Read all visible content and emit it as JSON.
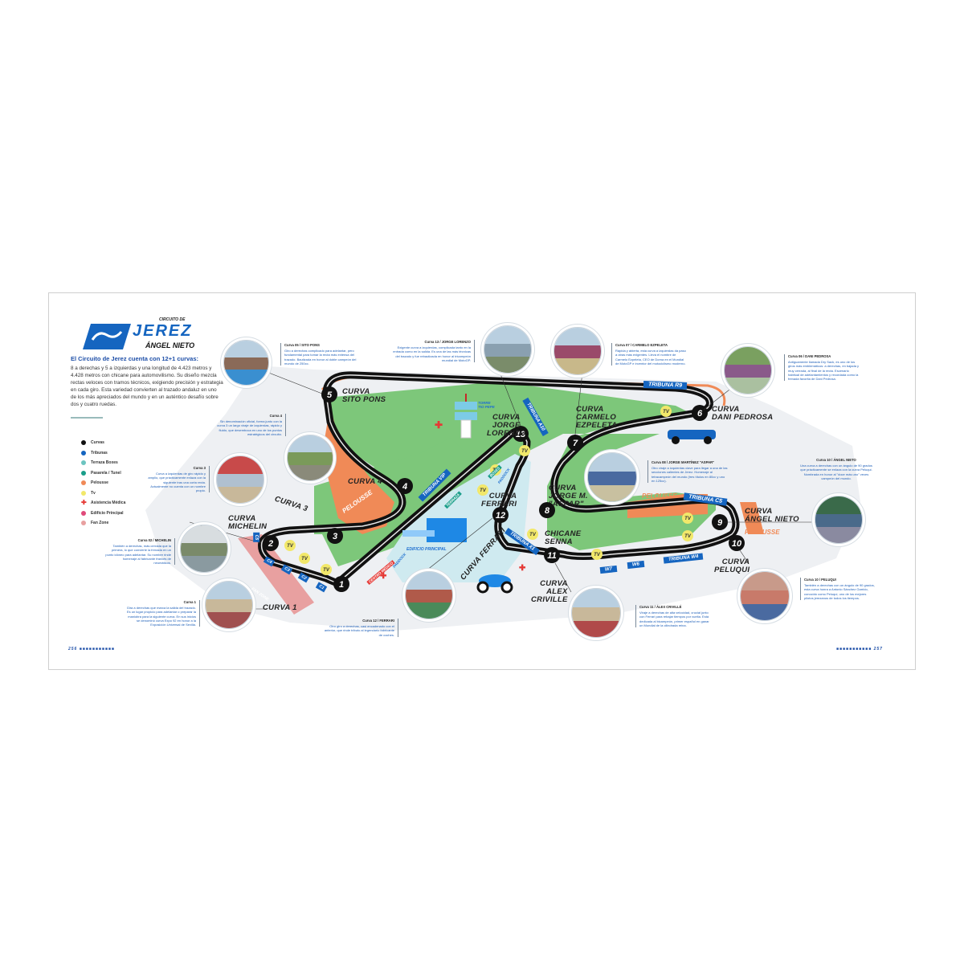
{
  "header": {
    "logo_top": "CIRCUITO DE",
    "logo_main": "JEREZ",
    "logo_sub": "ÁNGEL NIETO"
  },
  "intro": {
    "title": "El Circuito de Jerez cuenta con 12+1 curvas:",
    "body": "8 a derechas y 5 a izquierdas y una longitud de 4.423 metros y 4.428 metros con chicane para automovilismo. Su diseño mezcla rectas veloces con tramos técnicos, exigiendo precisión y estrategia en cada giro. Esta variedad convierten al trazado andaluz en uno de los más apreciados del mundo y en un auténtico desafío sobre dos y cuatro ruedas."
  },
  "legend": [
    {
      "label": "Curvas",
      "color": "#111111",
      "type": "dot"
    },
    {
      "label": "Tribunas",
      "color": "#1565c0",
      "type": "dot"
    },
    {
      "label": "Terraza Boxes",
      "color": "#6cc4c0",
      "type": "dot"
    },
    {
      "label": "Pasarela / Tunel",
      "color": "#1a9e8a",
      "type": "dot"
    },
    {
      "label": "Pelousse",
      "color": "#f08a57",
      "type": "dot"
    },
    {
      "label": "Tv",
      "color": "#f2e86a",
      "type": "dot"
    },
    {
      "label": "Asistencia Médica",
      "color": "#e53935",
      "type": "cross"
    },
    {
      "label": "Edificio Principal",
      "color": "#e04a7a",
      "type": "dot"
    },
    {
      "label": "Fan Zone",
      "color": "#e8a0a0",
      "type": "dot"
    }
  ],
  "callouts": {
    "c1": {
      "title": "Curva 1",
      "text": "Gira a derechas que marca la salida del trazado. Es un lugar propicio para adelantar o preparar la maniobra para la siguiente curva. En sus inicios se denominó curva Expo 92 en honor a la Exposición Universal de Sevilla."
    },
    "c2": {
      "title": "Curva 02 / MICHELIN",
      "text": "También a derechas, más cerrada que la primera, lo que convierte la frenada en un punto idóneo para adelantar. Su nombre rinde homenaje al fabricante francés de neumáticos."
    },
    "c3": {
      "title": "Curva 3",
      "text": "Curva a izquierdas de giro rápido y amplio, que prácticamente enlaza con la siguiente tras una corta recta. Actualmente no cuenta con un nombre propio."
    },
    "c4": {
      "title": "Curva 4",
      "text": "Sin denominación oficial, forma junto con la curva 3 un largo viraje de izquierdas, rápido y fluido, que desemboca en uno de los puntos estratégicos del circuito."
    },
    "c5": {
      "title": "Curva 05 / SITO PONS",
      "text": "Giro a derechas complicado para adelantar, pero fundamental para tomar la recta más extensa del trazado. Bautizada en honor al doble campeón del mundo de 250cc."
    },
    "c13": {
      "title": "Curva 13 / JORGE LORENZO",
      "text": "Exigente curva a izquierdas, complicada tanto en la entrada como en la salida. Es una de las más técnicas del trazado y fue rebautizada en honor al tricampeón mundial de MotoGP."
    },
    "c7": {
      "title": "Curva 07 / CARMELO EZPELETA",
      "text": "Rápida y abierta, esta curva a izquierdas da paso a otras más exigentes. Lleva el nombre de Carmelo Ezpeleta, CEO de Dorna en el Mundial de MotoGP e inventor del motociclismo moderno."
    },
    "c6": {
      "title": "Curva 06 / DANI PEDROSA",
      "text": "Antiguamente llamada Dry Sack, es uno de los giros más emblemáticos: a derechas, en bajada y muy cerrada, al final de la recta. Escenario habitual de adelantamientos y recordada como la frenada favorita de Dani Pedrosa."
    },
    "c8": {
      "title": "Curva 08 / JORGE MARTÍNEZ \"ASPAR\"",
      "text": "Otro viraje a izquierdas clave para llegar a una de las secciones calientes de Jerez. Homenaje al tetracampeón del mundo (tres títulos en 80cc y uno en 125cc)."
    },
    "c9": {
      "title": "Curva 10 / ÁNGEL NIETO",
      "text": "Una curva a derechas con un ángulo de 90 grados que prácticamente se enlaza con la curva Peluqui. Nombrada en honor al \"doce más uno\" veces campeón del mundo."
    },
    "c10": {
      "title": "Curva 10 / PELUQUI",
      "text": "También a derechas con un ángulo de 90 grados, esta curva honra a Antonio Sánchez Garrido, conocido como Peluqui, uno de los mejores pilotos jerezanos de todos los tiempos."
    },
    "c11": {
      "title": "Curva 11 / ÁLEX CRIVILLÉ",
      "text": "Viraje a derechas de alta velocidad, crucial junto con Ferrari para rebajar tiempos por vuelta. Está dedicada al bicampeón, primer español en ganar un Mundial de la cilindrada reina."
    },
    "c12": {
      "title": "Curva 12 / FERRARI",
      "text": "Otro giro a derechas, casi encadenado con el anterior, que rinde tributo al legendario fabricante de coches."
    }
  },
  "curves": [
    {
      "num": "1",
      "name": "CURVA 1"
    },
    {
      "num": "2",
      "name": "CURVA MICHELIN"
    },
    {
      "num": "3",
      "name": "CURVA 3"
    },
    {
      "num": "4",
      "name": "CURVA 4"
    },
    {
      "num": "5",
      "name": "CURVA SITO PONS"
    },
    {
      "num": "6",
      "name": "CURVA DANI PEDROSA"
    },
    {
      "num": "7",
      "name": "CURVA CARMELO EZPELETA"
    },
    {
      "num": "8",
      "name": "CURVA JORGE M. \"ASPAR\""
    },
    {
      "num": "9",
      "name": "CURVA ÁNGEL NIETO"
    },
    {
      "num": "10",
      "name": "CURVA PELUQUI"
    },
    {
      "num": "11",
      "name": "CURVA ALEX CRIVILLE"
    },
    {
      "num": "12",
      "name": "CURVA FERRARI"
    },
    {
      "num": "13",
      "name": "CURVA JORGE LORENZO"
    }
  ],
  "labels": {
    "curva_word": "CURVA",
    "sito_pons": "SITO PONS",
    "dani_pedrosa": "DANI PEDROSA",
    "carmelo": "CARMELO",
    "ezpeleta": "EZPELETA",
    "jorge": "JORGE",
    "lorenzo": "LORENZO",
    "jorge_m": "JORGE M.",
    "aspar": "\"ASPAR\"",
    "angel_nieto": "ÁNGEL NIETO",
    "peluqui": "PELUQUI",
    "alex": "ALEX",
    "criville": "CRIVILLE",
    "ferrari": "FERRARI",
    "michelin": "MICHELIN",
    "curva_1": "CURVA 1",
    "curva_3": "CURVA 3",
    "curva_4": "CURVA 4",
    "curva_ferrari": "CURVA FERRARI",
    "chicane": "CHICANE",
    "senna": "SENNA",
    "pelousse": "PELOUSSE",
    "fan_zone": "FAN ZONE",
    "torre": "TORRE",
    "tio_pepe": "TIO PEPE",
    "edificio": "EDIFICIO PRINCIPAL",
    "paddock": "PADDOCK",
    "boxes": "BOXES",
    "terraza": "TERRAZA",
    "pasarela": "PASARELA",
    "centro_medico": "CENTRO MÉDICO",
    "tv": "TV"
  },
  "tribunas": {
    "r9": "TRIBUNA R9",
    "a10": "TRIBUNA A10",
    "vip": "TRIBUNA VIP",
    "c5": "TRIBUNA C5",
    "x1": "TRIBUNA X1",
    "w4": "TRIBUNA W4",
    "w6": "W6",
    "w7": "W7",
    "c1": "C1",
    "c2": "C2",
    "c3": "C3",
    "c4": "C4",
    "c5s": "C5"
  },
  "footer": {
    "page_left": "256",
    "page_right": "257",
    "dashes": "■■■■■■■■■■■"
  },
  "colors": {
    "brand_blue": "#1565c0",
    "track": "#111111",
    "grass": "#7dc77a",
    "pelousse": "#f08a57",
    "tv_yellow": "#f2e86a",
    "terrace": "#bfe6ec"
  }
}
